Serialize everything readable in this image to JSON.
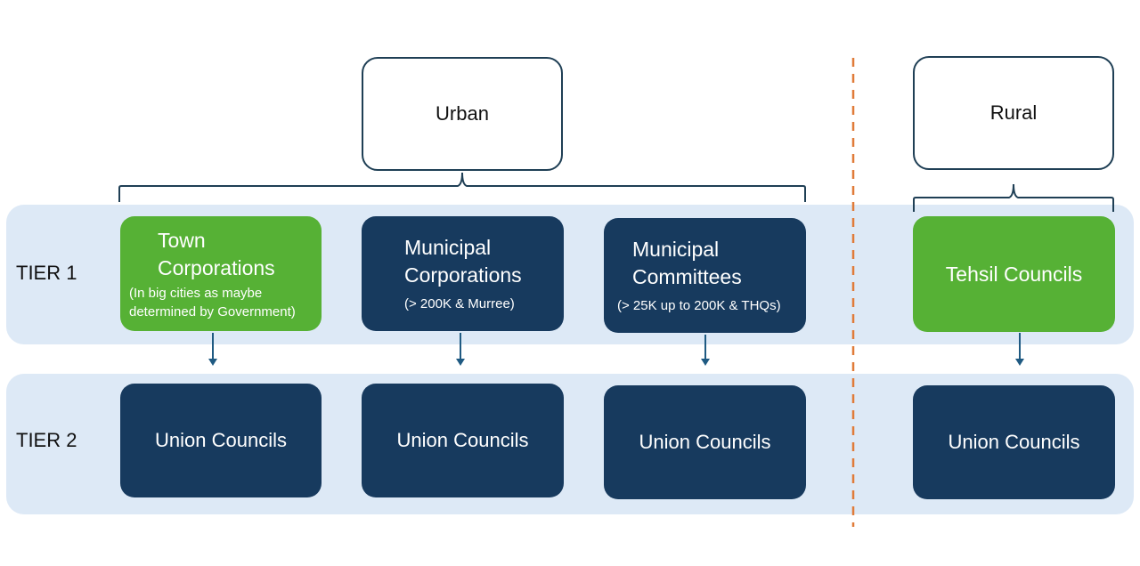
{
  "diagram": {
    "groups": [
      {
        "label": "Urban"
      },
      {
        "label": "Rural"
      }
    ],
    "tiers": [
      {
        "label": "TIER 1"
      },
      {
        "label": "TIER 2"
      }
    ],
    "tier1_nodes": [
      {
        "title_line1": "Town",
        "title_line2": "Corporations",
        "subtitle_line1": "(In big cities as maybe",
        "subtitle_line2": "determined by Government)",
        "group": "Urban",
        "color": "#56b135"
      },
      {
        "title_line1": "Municipal",
        "title_line2": "Corporations",
        "subtitle": "(> 200K & Murree)",
        "group": "Urban",
        "color": "#173a5e"
      },
      {
        "title_line1": "Municipal",
        "title_line2": "Committees",
        "subtitle": "(> 25K up to 200K & THQs)",
        "group": "Urban",
        "color": "#173a5e"
      },
      {
        "title": "Tehsil Councils",
        "group": "Rural",
        "color": "#56b135"
      }
    ],
    "tier2_nodes": [
      {
        "title": "Union Councils"
      },
      {
        "title": "Union Councils"
      },
      {
        "title": "Union Councils"
      },
      {
        "title": "Union Councils"
      }
    ],
    "colors": {
      "navy": "#173a5e",
      "green": "#56b135",
      "band": "#dde9f6",
      "connector": "#1f3f55",
      "divider": "#e07b39"
    }
  }
}
